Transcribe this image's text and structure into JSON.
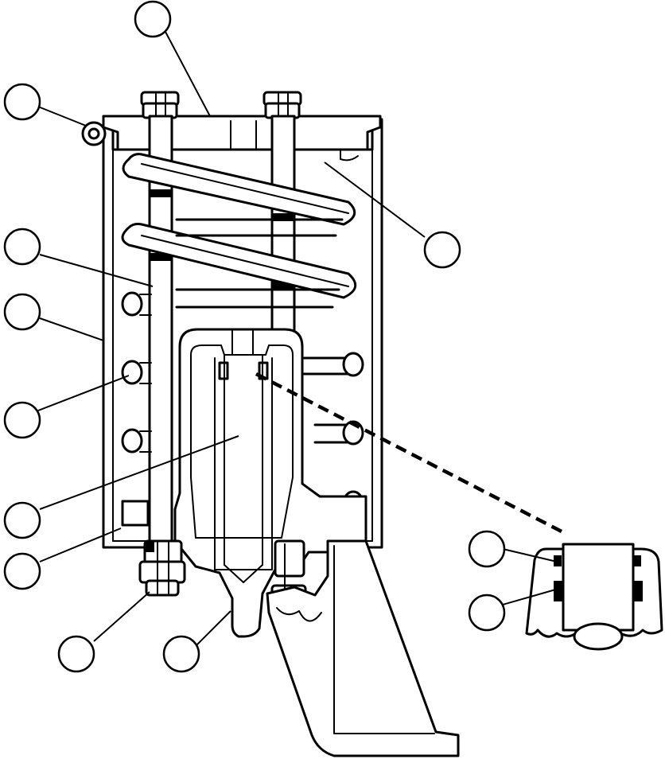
{
  "diagram": {
    "callouts": [
      {
        "id": "callout-1",
        "label": ""
      },
      {
        "id": "callout-2",
        "label": ""
      },
      {
        "id": "callout-3",
        "label": ""
      },
      {
        "id": "callout-4",
        "label": ""
      },
      {
        "id": "callout-5",
        "label": ""
      },
      {
        "id": "callout-6",
        "label": ""
      },
      {
        "id": "callout-7",
        "label": ""
      },
      {
        "id": "callout-8",
        "label": ""
      },
      {
        "id": "callout-9",
        "label": ""
      },
      {
        "id": "callout-10",
        "label": ""
      },
      {
        "id": "callout-11",
        "label": ""
      },
      {
        "id": "callout-12",
        "label": ""
      },
      {
        "id": "callout-13",
        "label": ""
      }
    ]
  }
}
